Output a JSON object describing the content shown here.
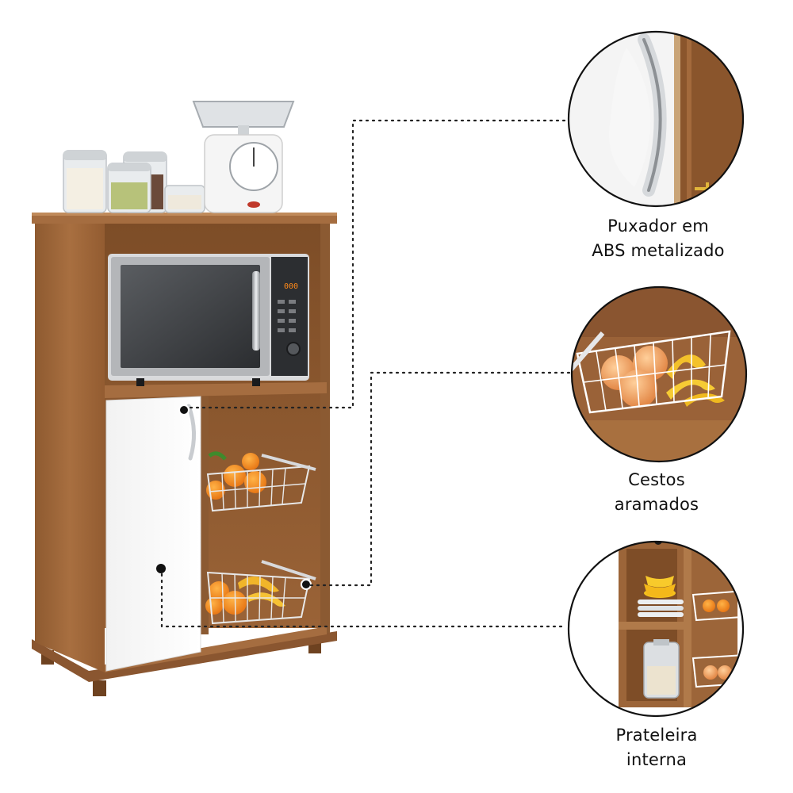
{
  "callouts": [
    {
      "id": "handle",
      "lines": [
        "Puxador  em",
        "ABS metalizado"
      ]
    },
    {
      "id": "baskets",
      "lines": [
        "Cestos",
        "aramados"
      ]
    },
    {
      "id": "shelf",
      "lines": [
        "Prateleira",
        "interna"
      ]
    }
  ],
  "colors": {
    "wood": "#a0683a",
    "wood_dark": "#7a4a24",
    "door": "#ffffff",
    "metal": "#b9bcc0",
    "microwave_body": "#3a3c3f",
    "text": "#111111"
  },
  "icons": [
    "ball-icon"
  ]
}
